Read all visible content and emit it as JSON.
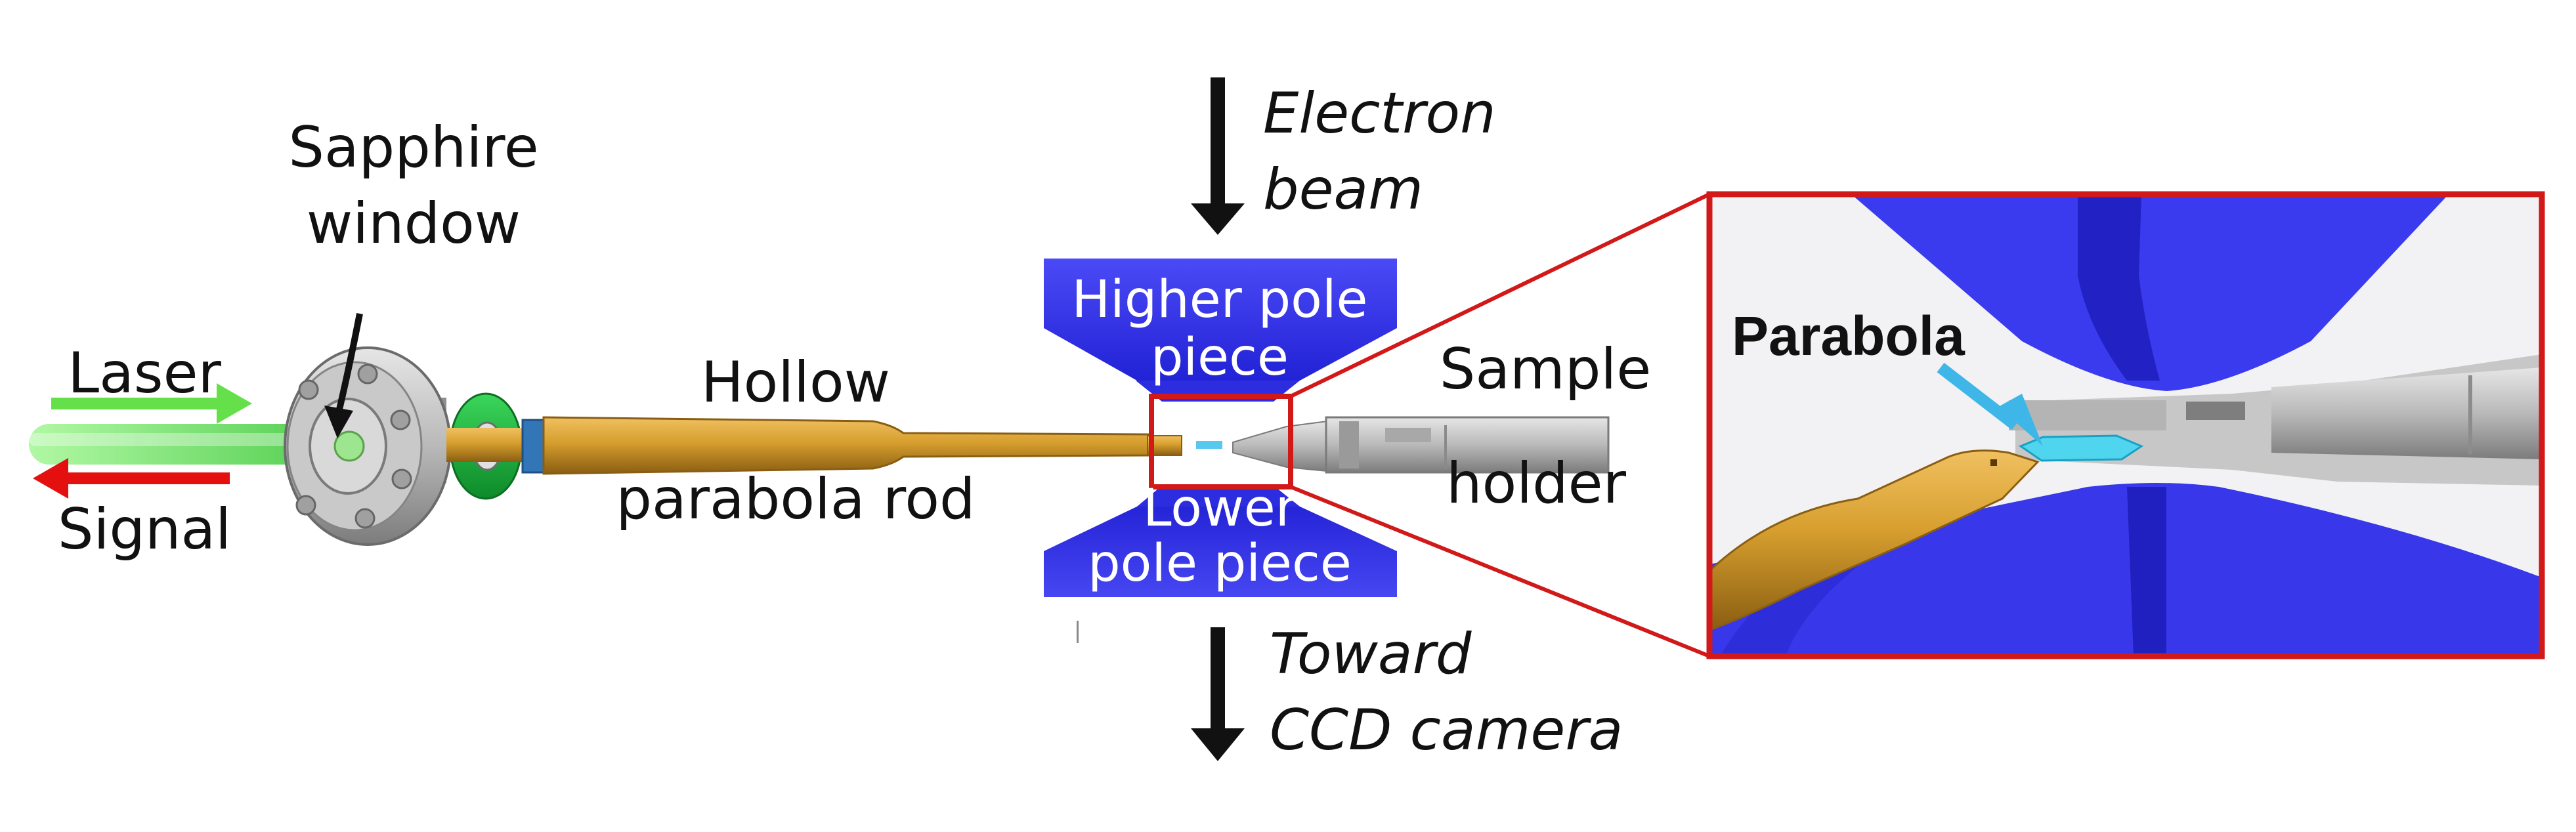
{
  "labels": {
    "laser": "Laser",
    "signal": "Signal",
    "sapphire_line1": "Sapphire",
    "sapphire_line2": "window",
    "hollow": "Hollow",
    "parabola_rod": "parabola rod",
    "electron_line1": "Electron",
    "electron_line2": "beam",
    "higher_line1": "Higher pole",
    "higher_line2": "piece",
    "lower_line1": "Lower",
    "lower_line2": "pole piece",
    "sample_line1": "Sample",
    "sample_line2": "holder",
    "toward_line1": "Toward",
    "toward_line2": "CCD camera",
    "parabola_inset": "Parabola"
  },
  "colors": {
    "laser_arrow": "#66e04a",
    "signal_arrow": "#e41010",
    "pole_piece": "#3333ee",
    "rod": "#d29a2a",
    "inset_border": "#d21919",
    "pointer_arrow": "#3fb6e8",
    "beam_arrow": "#111111"
  },
  "icons": {
    "electron_beam_arrow": "arrow-down-icon",
    "ccd_arrow": "arrow-down-icon",
    "laser_arrow": "arrow-right-icon",
    "signal_arrow": "arrow-left-icon"
  }
}
